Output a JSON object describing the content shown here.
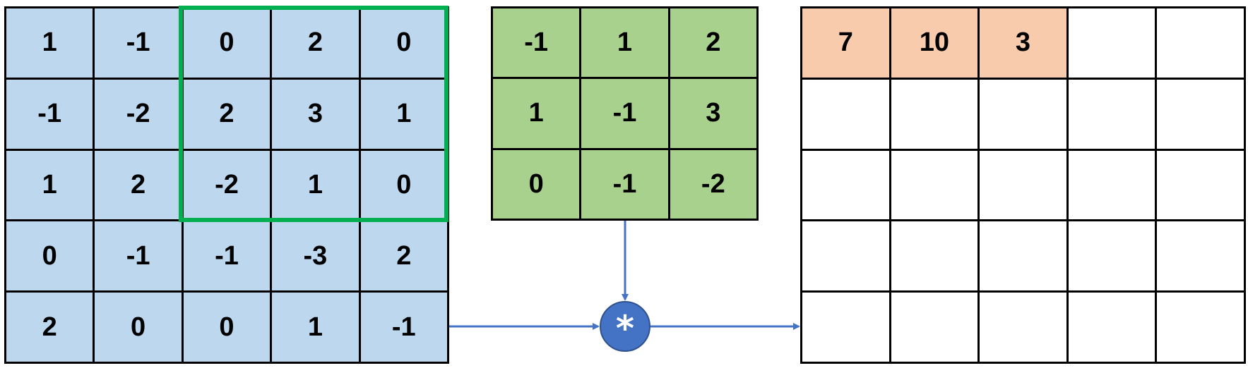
{
  "input_matrix": {
    "rows": [
      [
        "1",
        "-1",
        "0",
        "2",
        "0"
      ],
      [
        "-1",
        "-2",
        "2",
        "3",
        "1"
      ],
      [
        "1",
        "2",
        "-2",
        "1",
        "0"
      ],
      [
        "0",
        "-1",
        "-1",
        "-3",
        "2"
      ],
      [
        "2",
        "0",
        "0",
        "1",
        "-1"
      ]
    ]
  },
  "kernel_matrix": {
    "rows": [
      [
        "-1",
        "1",
        "2"
      ],
      [
        "1",
        "-1",
        "3"
      ],
      [
        "0",
        "-1",
        "-2"
      ]
    ]
  },
  "output_matrix": {
    "rows": [
      [
        "7",
        "10",
        "3",
        "",
        ""
      ],
      [
        "",
        "",
        "",
        "",
        ""
      ],
      [
        "",
        "",
        "",
        "",
        ""
      ],
      [
        "",
        "",
        "",
        "",
        ""
      ],
      [
        "",
        "",
        "",
        "",
        ""
      ]
    ]
  },
  "operator": {
    "symbol": "*",
    "color": "#4472c4"
  },
  "colors": {
    "input_fill": "#bdd7ee",
    "kernel_fill": "#a9d18e",
    "output_filled": "#f8cbad",
    "highlight_border": "#00b050",
    "arrow": "#4472c4"
  }
}
